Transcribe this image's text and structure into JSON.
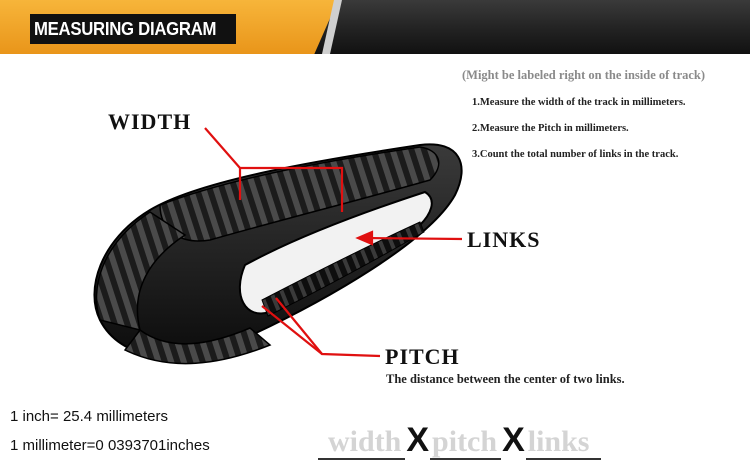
{
  "header": {
    "title": "MEASURING DIAGRAM"
  },
  "note": "(Might be labeled right on the inside of track)",
  "steps": [
    "1.Measure the width of the track in millimeters.",
    "2.Measure the Pitch in millimeters.",
    "3.Count the total number of links in the track."
  ],
  "labels": {
    "width": "WIDTH",
    "links": "LINKS",
    "pitch": "PITCH",
    "pitch_desc": "The distance between the center of two links."
  },
  "conversions": {
    "inch": "1 inch= 25.4 millimeters",
    "millimeter": "1 millimeter=0 0393701inches"
  },
  "formula": {
    "width": "width",
    "pitch": "pitch",
    "links": "links",
    "times": "X"
  },
  "colors": {
    "accent_orange": "#e9951a",
    "banner_dark": "#222222",
    "callout_red": "#e01010",
    "track_rubber": "#151515"
  }
}
